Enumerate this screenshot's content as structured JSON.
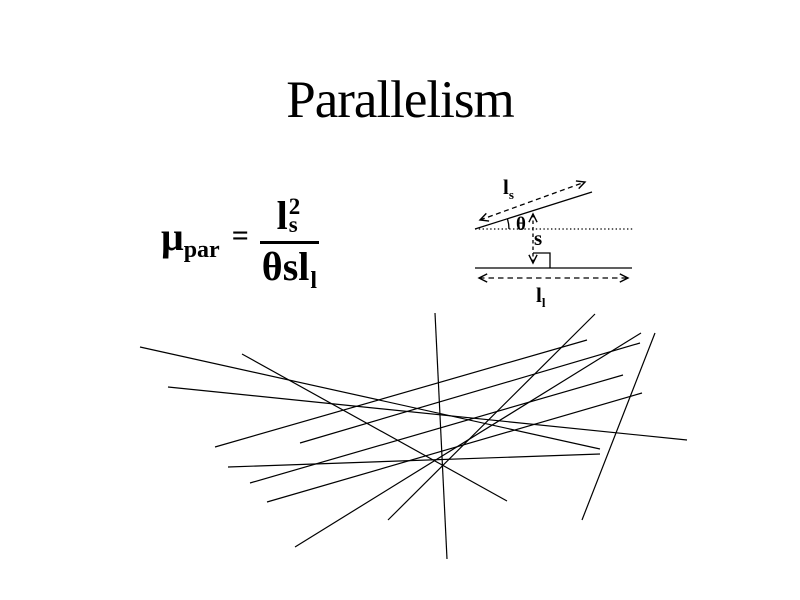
{
  "slide": {
    "title": "Parallelism",
    "background": "#ffffff",
    "ink": "#000000"
  },
  "formula": {
    "mu": "μ",
    "mu_sub": "par",
    "equals": "=",
    "numerator": {
      "base": "l",
      "sup": "2",
      "sub": "s"
    },
    "denominator": {
      "theta": "θ",
      "s": "s",
      "base": "l",
      "sub": "l"
    }
  },
  "diagram": {
    "labels": {
      "short_segment": {
        "base": "l",
        "sub": "s"
      },
      "angle": "θ",
      "separation": "s",
      "long_segment": {
        "base": "l",
        "sub": "l"
      }
    }
  },
  "scatter_lines": {
    "stroke": "#000000",
    "segments": [
      [
        140,
        347,
        600,
        449
      ],
      [
        168,
        387,
        687,
        440
      ],
      [
        242,
        354,
        507,
        501
      ],
      [
        215,
        447,
        587,
        340
      ],
      [
        250,
        483,
        623,
        375
      ],
      [
        267,
        502,
        642,
        393
      ],
      [
        228,
        467,
        600,
        454
      ],
      [
        435,
        313,
        447,
        559
      ],
      [
        388,
        520,
        595,
        314
      ],
      [
        295,
        547,
        641,
        333
      ],
      [
        582,
        520,
        655,
        333
      ],
      [
        300,
        443,
        640,
        343
      ]
    ]
  }
}
